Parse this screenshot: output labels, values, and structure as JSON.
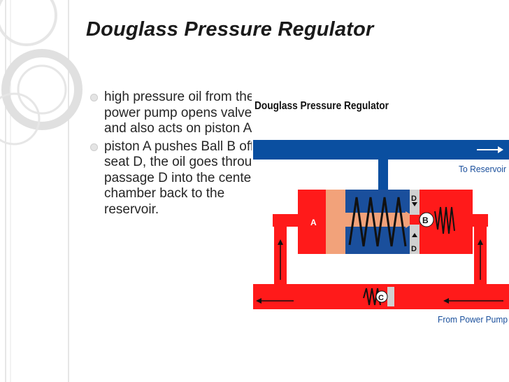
{
  "slide": {
    "title": "Douglass Pressure Regulator",
    "bullets": [
      {
        "text": "high pressure oil from the power pump opens valve C and also acts on piston A"
      },
      {
        "text": "piston A pushes Ball B off seat D, the oil goes through passage D into the center chamber back to the reservoir."
      }
    ]
  },
  "diagram": {
    "title": "Douglass Pressure Regulator",
    "labels": {
      "to_reservoir": "To Reservoir",
      "from_power_pump": "From Power Pump",
      "piston": "A",
      "ball": "B",
      "valve": "C",
      "seat_top": "D",
      "seat_bottom": "D"
    },
    "colors": {
      "reservoir_line": "#0a4fa0",
      "pressure_line": "#ff1a1a",
      "piston": "#f2a27a",
      "spring_chamber": "#1a4f9c",
      "seat": "#d0d0d0",
      "label_text": "#1a4f9c",
      "bg_deco": "#e3e3e3"
    }
  }
}
